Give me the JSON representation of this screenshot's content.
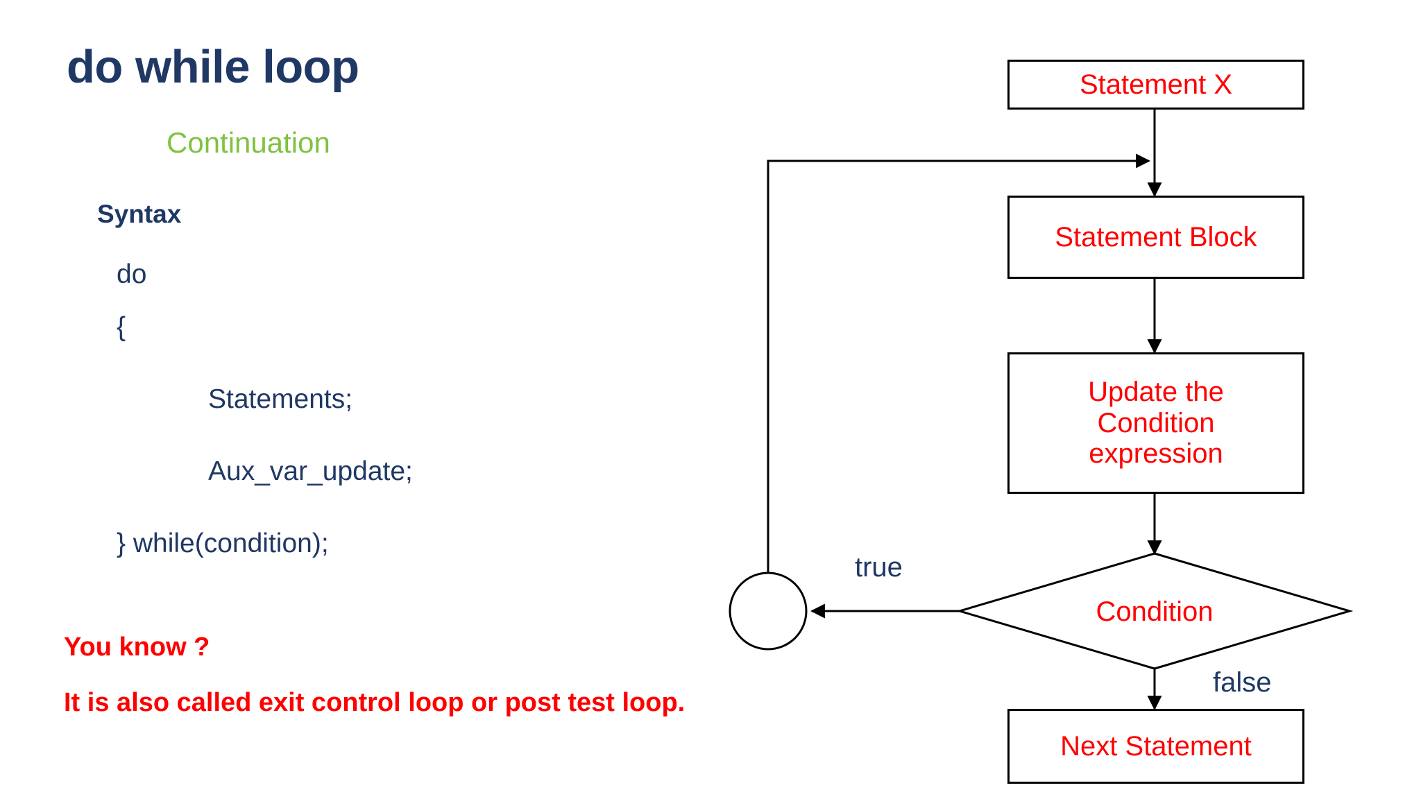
{
  "slide": {
    "title": "do while loop",
    "subtitle": "Continuation",
    "syntax_label": "Syntax",
    "code_lines": [
      "do",
      "{",
      "Statements;",
      "Aux_var_update;",
      "} while(condition);"
    ],
    "notes": [
      "You know ?",
      "It is also called exit control loop or post test loop."
    ]
  },
  "flowchart": {
    "nodes": {
      "statement_x": "Statement X",
      "statement_block": "Statement Block",
      "update_condition": "Update the\nCondition\nexpression",
      "update_condition_lines": [
        "Update the",
        "Condition",
        "expression"
      ],
      "condition": "Condition",
      "next_statement": "Next Statement",
      "connector": ""
    },
    "edge_labels": {
      "true": "true",
      "false": "false"
    }
  },
  "colors": {
    "navy": "#1F3864",
    "green": "#7FC241",
    "red": "#FF0000",
    "stroke": "#000000",
    "background": "#FFFFFF"
  }
}
